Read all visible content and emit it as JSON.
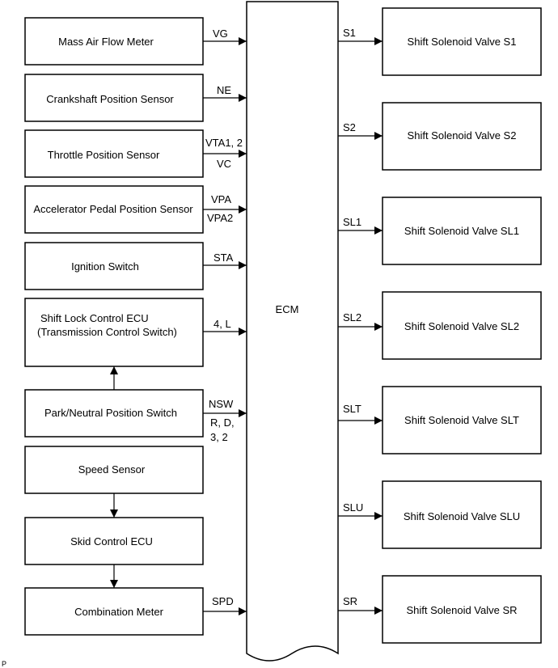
{
  "ecm": {
    "label": "ECM"
  },
  "inputs": [
    {
      "id": "maf",
      "label": "Mass Air Flow Meter",
      "signal": [
        "VG"
      ]
    },
    {
      "id": "crank",
      "label": "Crankshaft Position Sensor",
      "signal": [
        "NE"
      ]
    },
    {
      "id": "throttle",
      "label": "Throttle Position Sensor",
      "signal": [
        "VTA1, 2",
        "VC"
      ]
    },
    {
      "id": "accel",
      "label": "Accelerator Pedal Position Sensor",
      "signal": [
        "VPA",
        "VPA2"
      ]
    },
    {
      "id": "ign",
      "label": "Ignition Switch",
      "signal": [
        "STA"
      ]
    },
    {
      "id": "shiftlock",
      "label": [
        "Shift Lock Control ECU",
        "(Transmission Control Switch)"
      ],
      "signal": [
        "4, L"
      ]
    },
    {
      "id": "pnp",
      "label": "Park/Neutral Position Switch",
      "signal": [
        "NSW",
        "R, D,",
        "3, 2"
      ]
    },
    {
      "id": "speed",
      "label": "Speed Sensor",
      "signal": []
    },
    {
      "id": "skid",
      "label": "Skid Control ECU",
      "signal": []
    },
    {
      "id": "combo",
      "label": "Combination Meter",
      "signal": [
        "SPD"
      ]
    }
  ],
  "outputs": [
    {
      "id": "s1",
      "label": "Shift Solenoid Valve S1",
      "signal": "S1"
    },
    {
      "id": "s2",
      "label": "Shift Solenoid Valve S2",
      "signal": "S2"
    },
    {
      "id": "sl1",
      "label": "Shift Solenoid Valve SL1",
      "signal": "SL1"
    },
    {
      "id": "sl2",
      "label": "Shift Solenoid Valve SL2",
      "signal": "SL2"
    },
    {
      "id": "slt",
      "label": "Shift Solenoid Valve SLT",
      "signal": "SLT"
    },
    {
      "id": "slu",
      "label": "Shift Solenoid Valve SLU",
      "signal": "SLU"
    },
    {
      "id": "sr",
      "label": "Shift Solenoid Valve SR",
      "signal": "SR"
    }
  ],
  "footer_mark": "P"
}
